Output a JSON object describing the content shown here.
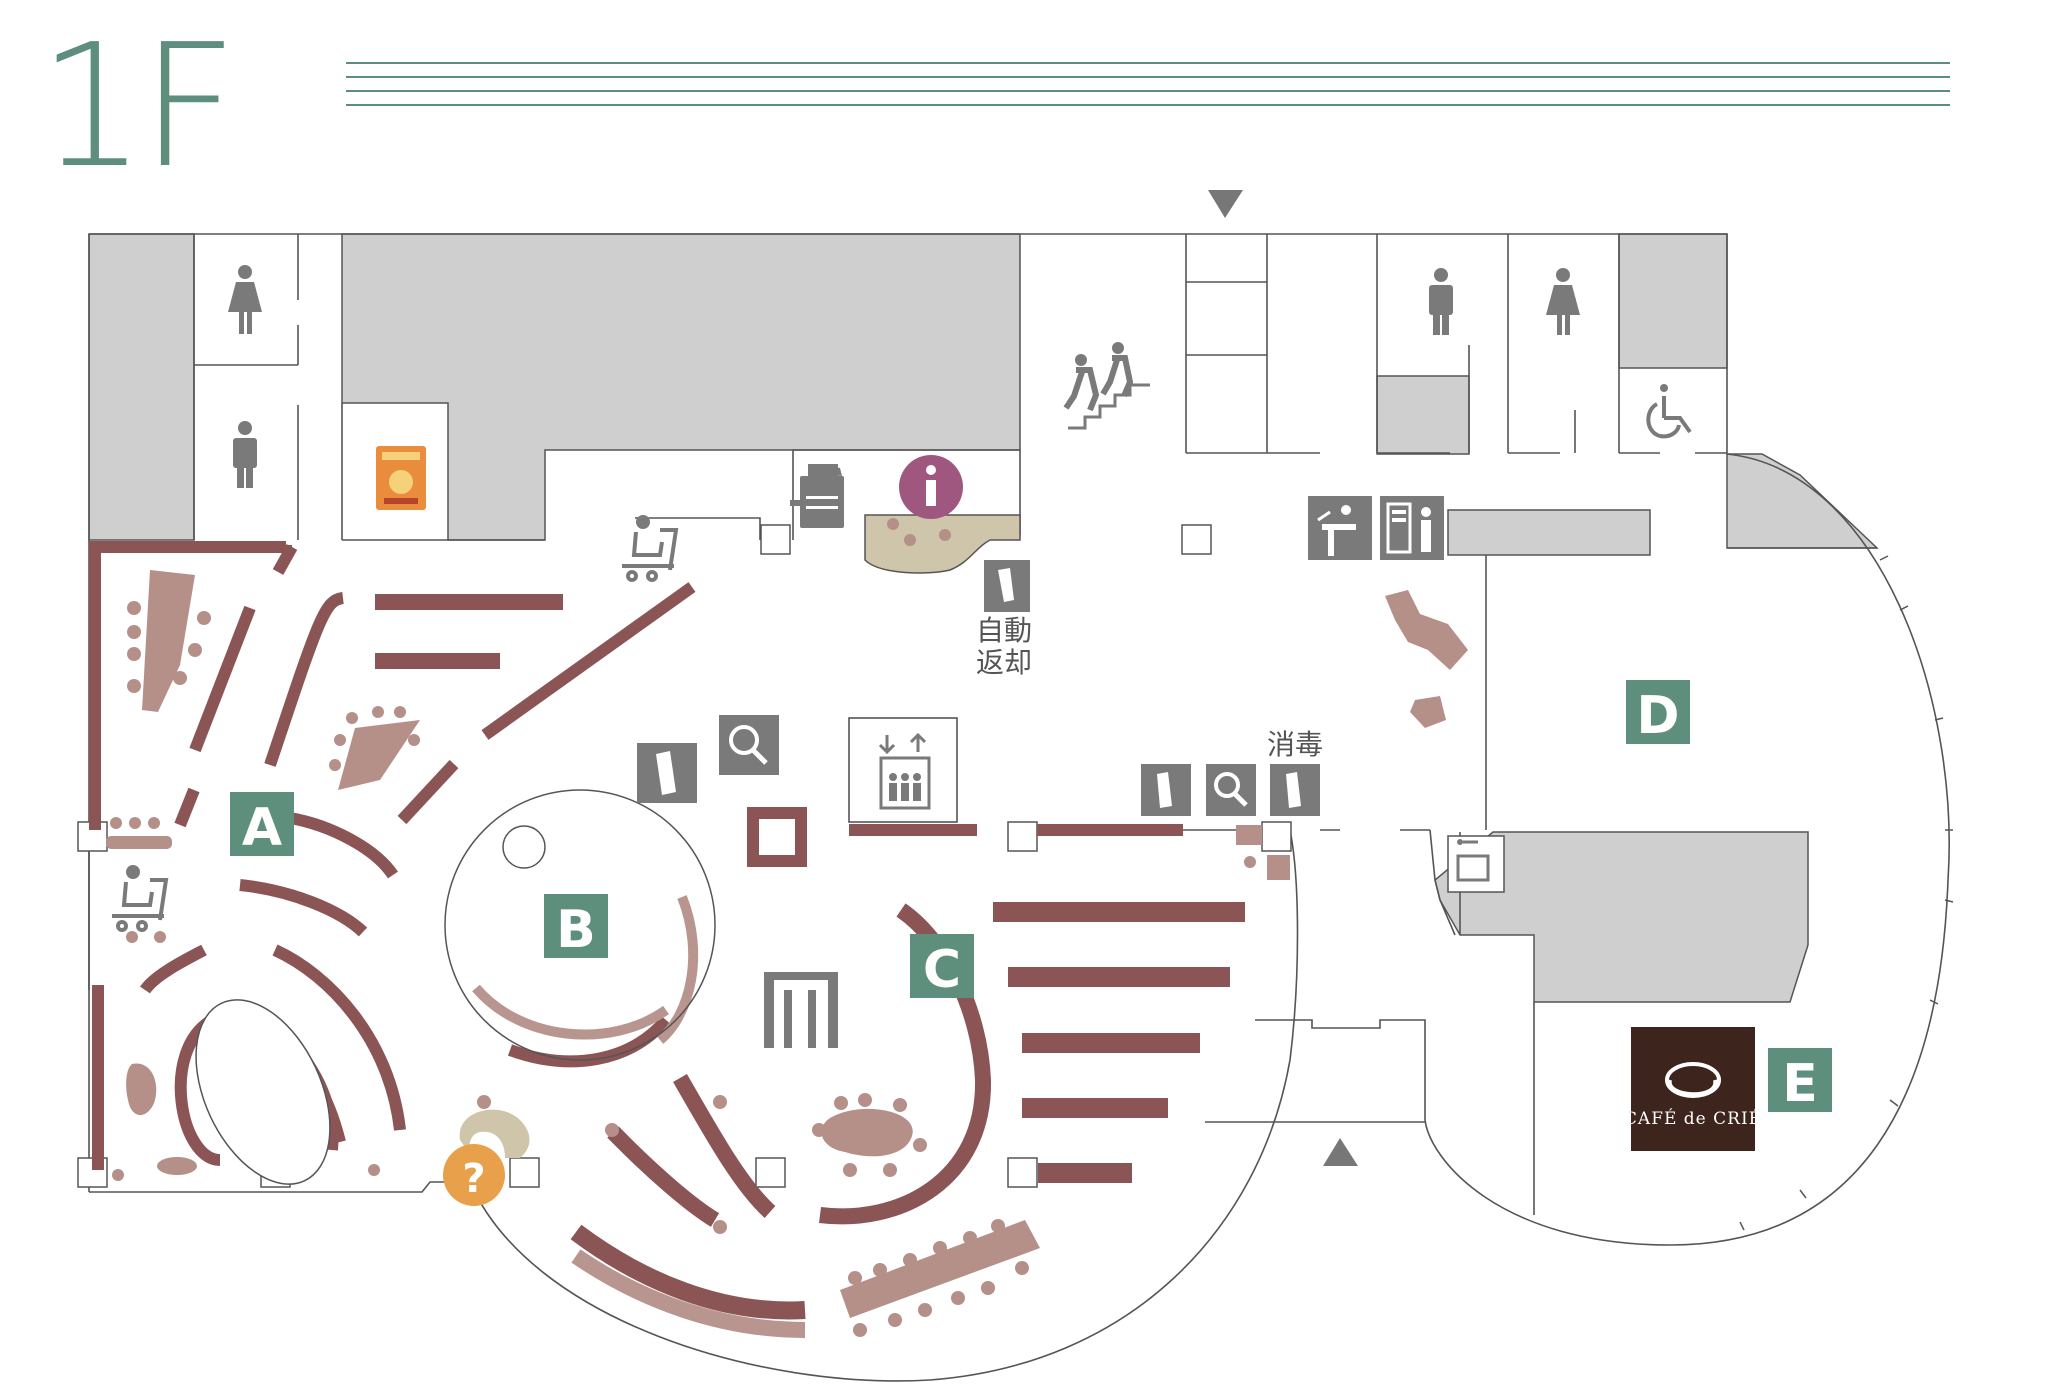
{
  "floor": {
    "label": "1F"
  },
  "zones": [
    {
      "id": "A",
      "label": "A"
    },
    {
      "id": "B",
      "label": "B"
    },
    {
      "id": "C",
      "label": "C"
    },
    {
      "id": "D",
      "label": "D"
    },
    {
      "id": "E",
      "label": "E"
    }
  ],
  "labels": {
    "auto_return": [
      "自動",
      "返却"
    ],
    "disinfection": "消毒",
    "cafe_brand": "CAFÉ de CRIÉ"
  },
  "icons": [
    "female-restroom-icon",
    "male-restroom-icon",
    "accessible-restroom-icon",
    "stairs-icon",
    "elevator-icon",
    "information-icon",
    "help-icon",
    "search-terminal-icon",
    "book-drop-icon",
    "copier-icon",
    "wheelchair-icon",
    "drinking-fountain-icon",
    "vending-machine-icon",
    "coin-locker-icon",
    "cafe-logo-icon",
    "poster-icon",
    "entrance-arrow-icon"
  ],
  "colors": {
    "brand_green": "#5d8f7c",
    "shelf": "#8b5555",
    "shelf_light": "#b99590",
    "furniture": "#b59089",
    "wall_gray": "#cfcfd0",
    "icon_gray": "#7a7a7a",
    "info_purple": "#a0577f",
    "help_orange": "#e8a04a",
    "cafe_brown": "#3d241c"
  }
}
